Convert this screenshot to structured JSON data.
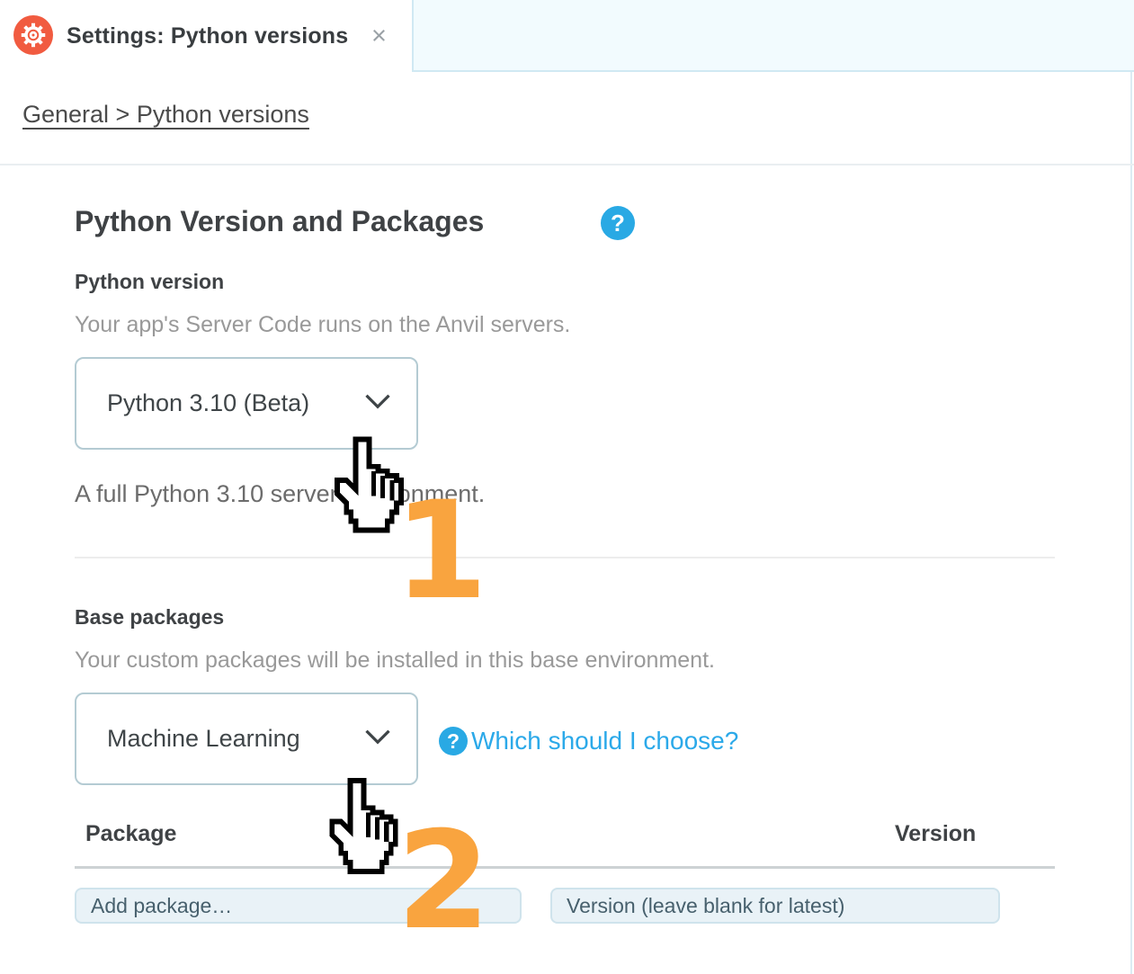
{
  "tab": {
    "title": "Settings: Python versions",
    "close_glyph": "×"
  },
  "breadcrumb": "General > Python versions",
  "icons": {
    "help_glyph": "?"
  },
  "page": {
    "title": "Python Version and Packages",
    "python_version": {
      "label": "Python version",
      "description": "Your app's Server Code runs on the Anvil servers.",
      "selected": "Python 3.10 (Beta)",
      "selected_description": "A full Python 3.10 server environment."
    },
    "base_packages": {
      "label": "Base packages",
      "description": "Your custom packages will be installed in this base environment.",
      "selected": "Machine Learning",
      "help_link": "Which should I choose?"
    },
    "packages_table": {
      "columns": [
        "Package",
        "Version"
      ],
      "add_package_placeholder": "Add package…",
      "version_placeholder": "Version (leave blank for latest)"
    }
  },
  "annotations": {
    "step1": "1",
    "step2": "2"
  },
  "colors": {
    "annotation_orange": "#f9a43f",
    "help_blue": "#29a9e4",
    "link_blue": "#2ba9e9",
    "tab_icon_red": "#f15b40",
    "editor_space_bg": "#f2fbfe"
  }
}
